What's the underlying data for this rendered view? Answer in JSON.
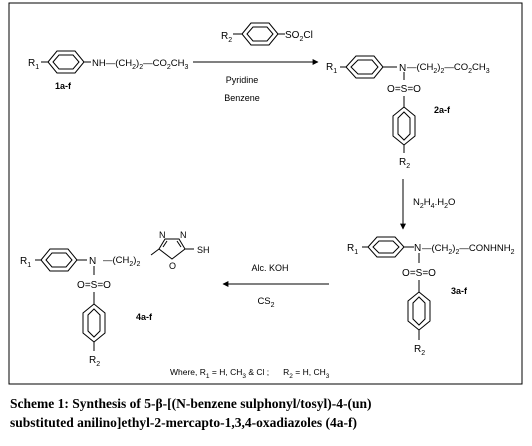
{
  "reagents": {
    "sulfonyl_r_label": "R",
    "sulfonyl_r_sub": "2",
    "sulfonyl_group": "SO",
    "sulfonyl_group_sub": "2",
    "sulfonyl_group_tail": "Cl",
    "step1_solvent_a": "Pyridine",
    "step1_solvent_b": "Benzene",
    "step2_hydrazine_a": "N",
    "step2_hydrazine_a_sub": "2",
    "step2_hydrazine_b": "H",
    "step2_hydrazine_b_sub": "4",
    "step2_hydrazine_c": ".H",
    "step2_hydrazine_c_sub": "2",
    "step2_hydrazine_d": "O",
    "step3_base": "Alc. KOH",
    "step3_reagent": "CS",
    "step3_reagent_sub": "2"
  },
  "compounds": {
    "c1": {
      "label": "1a-f",
      "r_label": "R",
      "r_sub": "1",
      "chain_a": "NH—(CH",
      "chain_a_sub": "2",
      "chain_b": ")",
      "chain_b_sub": "2",
      "chain_c": "—CO",
      "chain_c_sub": "2",
      "chain_d": "CH",
      "chain_d_sub": "3"
    },
    "c2": {
      "label": "2a-f",
      "r1_label": "R",
      "r1_sub": "1",
      "n_label": "N",
      "chain_a": "—(CH",
      "chain_a_sub": "2",
      "chain_b": ")",
      "chain_b_sub": "2",
      "chain_c": "—CO",
      "chain_c_sub": "2",
      "chain_d": "CH",
      "chain_d_sub": "3",
      "o_left": "O",
      "s_label": "S",
      "o_right": "O",
      "r2_label": "R",
      "r2_sub": "2"
    },
    "c3": {
      "label": "3a-f",
      "r1_label": "R",
      "r1_sub": "1",
      "n_label": "N",
      "chain_a": "—(CH",
      "chain_a_sub": "2",
      "chain_b": ")",
      "chain_b_sub": "2",
      "chain_c": "—CONHNH",
      "chain_c_sub": "2",
      "o_left": "O",
      "s_label": "S",
      "o_right": "O",
      "r2_label": "R",
      "r2_sub": "2"
    },
    "c4": {
      "label": "4a-f",
      "r1_label": "R",
      "r1_sub": "1",
      "n_label": "N",
      "chain_a": "(CH",
      "chain_a_sub": "2",
      "chain_b": ")",
      "chain_b_sub": "2",
      "ring_n1": "N",
      "ring_n2": "N",
      "ring_o": "O",
      "sh_label": "SH",
      "o_left": "O",
      "s_label": "S",
      "o_right": "O",
      "r2_label": "R",
      "r2_sub": "2"
    }
  },
  "footnote": {
    "where_a": "Where, R",
    "where_a_sub": "1",
    "where_b": " = H, CH",
    "where_b_sub": "3",
    "where_c": " & Cl ;",
    "r2_a": "R",
    "r2_a_sub": "2",
    "r2_b": " = H, CH",
    "r2_b_sub": "3"
  },
  "caption": {
    "line1": "Scheme 1: Synthesis of 5-β-[(N-benzene sulphonyl/tosyl)-4-(un)",
    "line2": "substituted anilino]ethyl-2-mercapto-1,3,4-oxadiazoles (4a-f)"
  }
}
